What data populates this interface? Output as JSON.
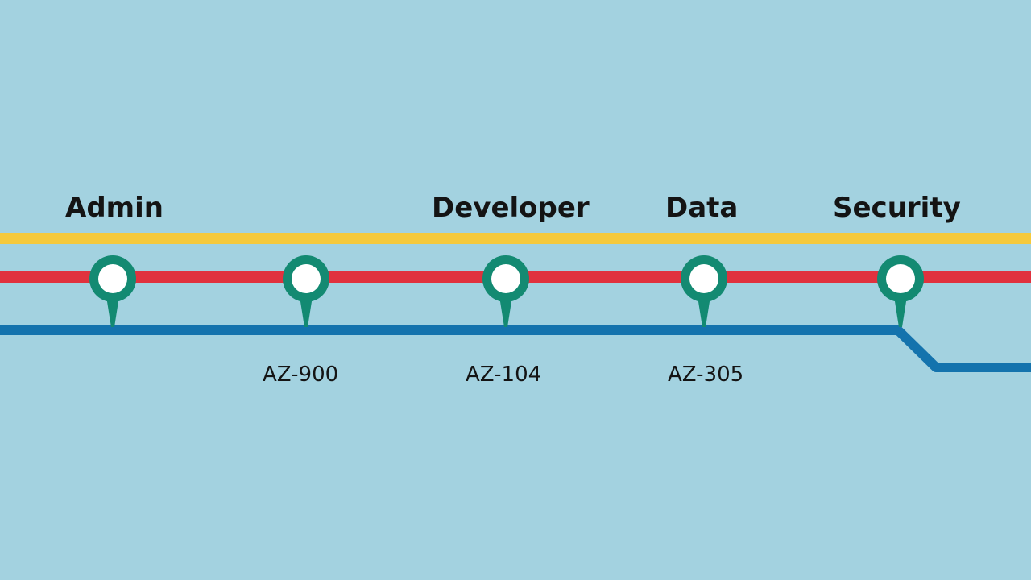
{
  "categories": [
    {
      "label": "Admin"
    },
    {
      "label": "Developer"
    },
    {
      "label": "Data"
    },
    {
      "label": "Security"
    }
  ],
  "certifications": [
    {
      "label": "AZ-900"
    },
    {
      "label": "AZ-104"
    },
    {
      "label": "AZ-305"
    }
  ],
  "colors": {
    "background": "#a3d2e0",
    "line_yellow": "#f5c93c",
    "line_red": "#e0323e",
    "line_blue": "#1473ad",
    "pin": "#138a72",
    "pin_center": "#ffffff"
  },
  "stops": 5
}
